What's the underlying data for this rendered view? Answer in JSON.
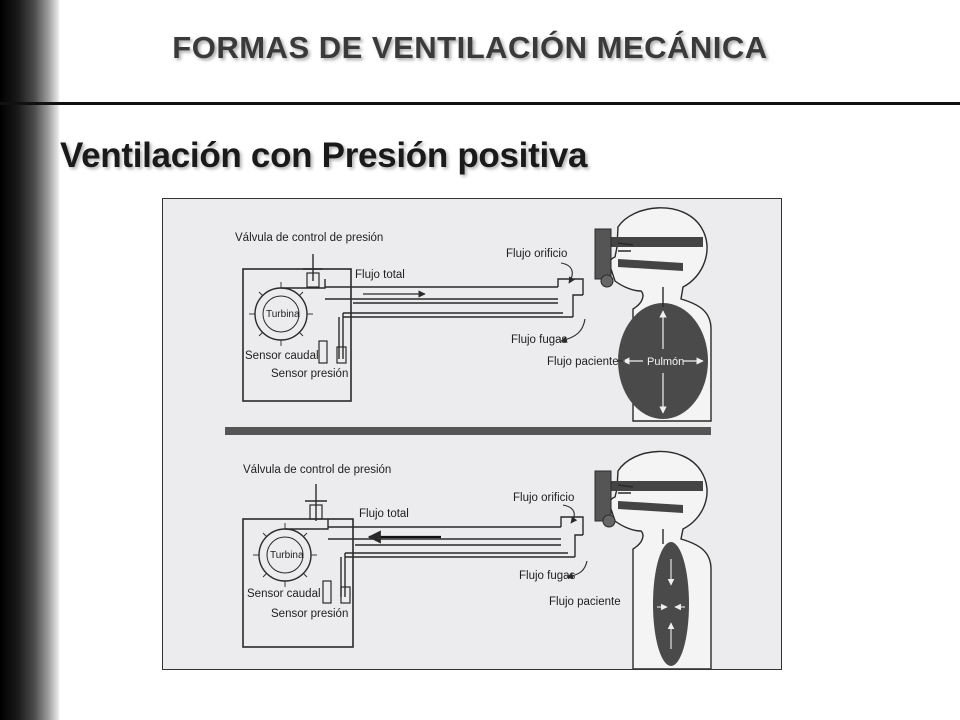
{
  "slide": {
    "title": "FORMAS DE VENTILACIÓN MECÁNICA",
    "subtitle": "Ventilación con Presión positiva"
  },
  "diagram": {
    "top": {
      "valve_label": "Válvula de control de presión",
      "total_flow_label": "Flujo total",
      "turbine_label": "Turbina",
      "flow_sensor_label": "Sensor caudal",
      "pressure_sensor_label": "Sensor presión",
      "orifice_flow_label": "Flujo orificio",
      "leak_flow_label": "Flujo fugas",
      "patient_flow_label": "Flujo paciente",
      "lung_label": "Pulmón"
    },
    "bottom": {
      "valve_label": "Válvula de control de presión",
      "total_flow_label": "Flujo total",
      "turbine_label": "Turbina",
      "flow_sensor_label": "Sensor caudal",
      "pressure_sensor_label": "Sensor presión",
      "orifice_flow_label": "Flujo orificio",
      "leak_flow_label": "Flujo fugas",
      "patient_flow_label": "Flujo paciente"
    }
  },
  "colors": {
    "background": "#ffffff",
    "figure_background": "#ecebed",
    "line": "#2a2a2a",
    "lung": "#4a4a4a",
    "divider": "#555555"
  }
}
